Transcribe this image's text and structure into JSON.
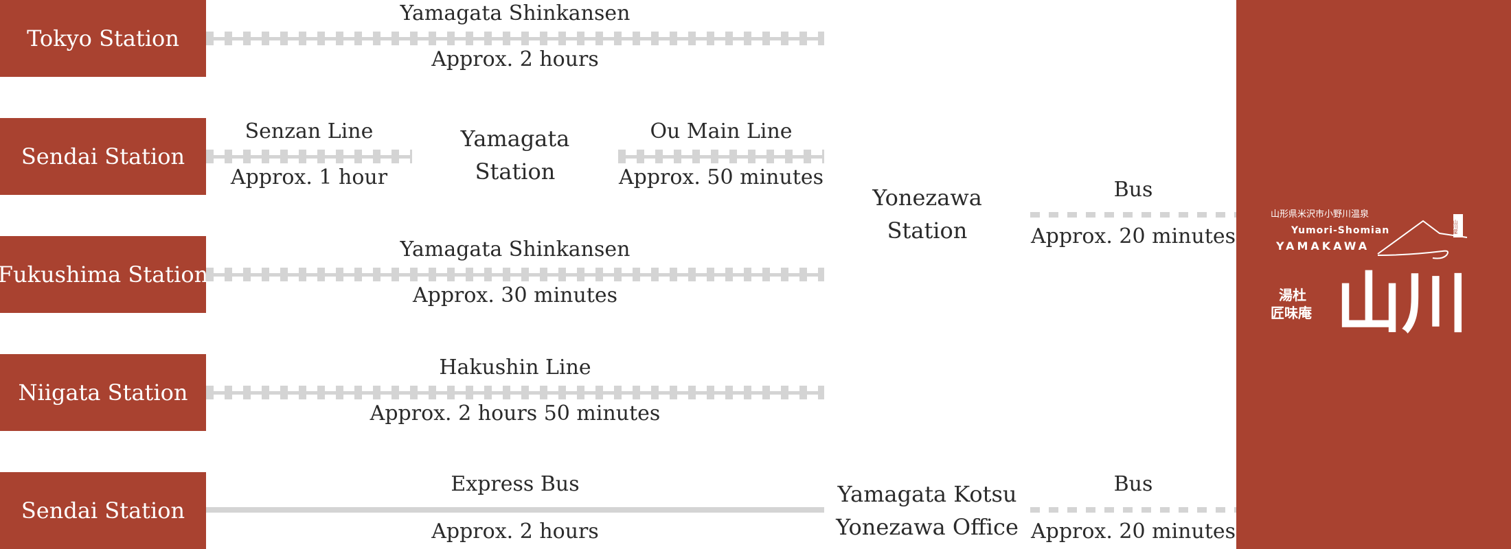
{
  "routes": [
    {
      "origin": "Tokyo Station",
      "line": "Yamagata Shinkansen",
      "time": "Approx. 2 hours"
    },
    {
      "origin": "Sendai Station",
      "leg1_line": "Senzan Line",
      "leg1_time": "Approx. 1 hour",
      "via": "Yamagata Station",
      "leg2_line": "Ou Main Line",
      "leg2_time": "Approx. 50 minutes"
    },
    {
      "origin": "Fukushima Station",
      "line": "Yamagata Shinkansen",
      "time": "Approx. 30 minutes"
    },
    {
      "origin": "Niigata Station",
      "line": "Hakushin Line",
      "time": "Approx. 2 hours 50 minutes"
    },
    {
      "origin": "Sendai Station",
      "line": "Express Bus",
      "time": "Approx. 2 hours"
    }
  ],
  "hubs": {
    "yonezawa": "Yonezawa Station",
    "kotsu": "Yamagata Kotsu Yonezawa Office"
  },
  "final_legs": [
    {
      "line": "Bus",
      "time": "Approx. 20 minutes"
    },
    {
      "line": "Bus",
      "time": "Approx. 20 minutes"
    }
  ],
  "logo": {
    "address": "山形県米沢市小野川温泉",
    "romaji": "Yumori-Shomian",
    "name_en": "YAMAKAWA",
    "seal": "山川屋",
    "small_1": "湯杜",
    "small_2": "匠味庵",
    "big": "山川"
  },
  "colors": {
    "brand": "#a94230",
    "line": "#d4d4d4"
  }
}
